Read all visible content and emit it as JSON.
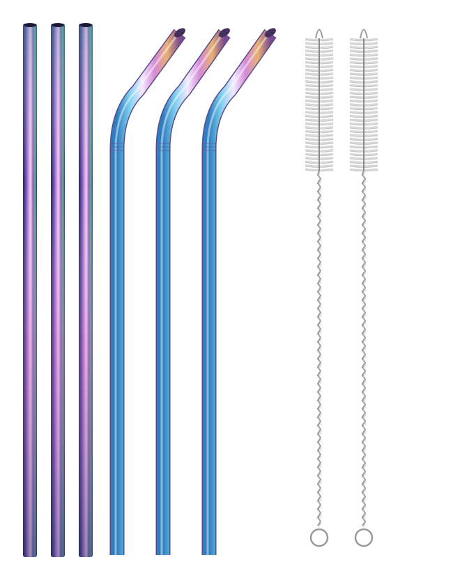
{
  "image": {
    "subject": "straws-and-brushes",
    "straight_straws": 3,
    "bent_straws": 3,
    "cleaning_brushes": 2
  },
  "colors": {
    "background": "#ffffff",
    "straw_purple": "#6a3fa0",
    "straw_pink": "#d98fd0",
    "straw_green": "#6fbf8a",
    "straw_blue": "#4aa8d8",
    "straw_gold": "#e0b060",
    "bristle": "#d8d8d8",
    "wire": "#9a9a9a"
  }
}
